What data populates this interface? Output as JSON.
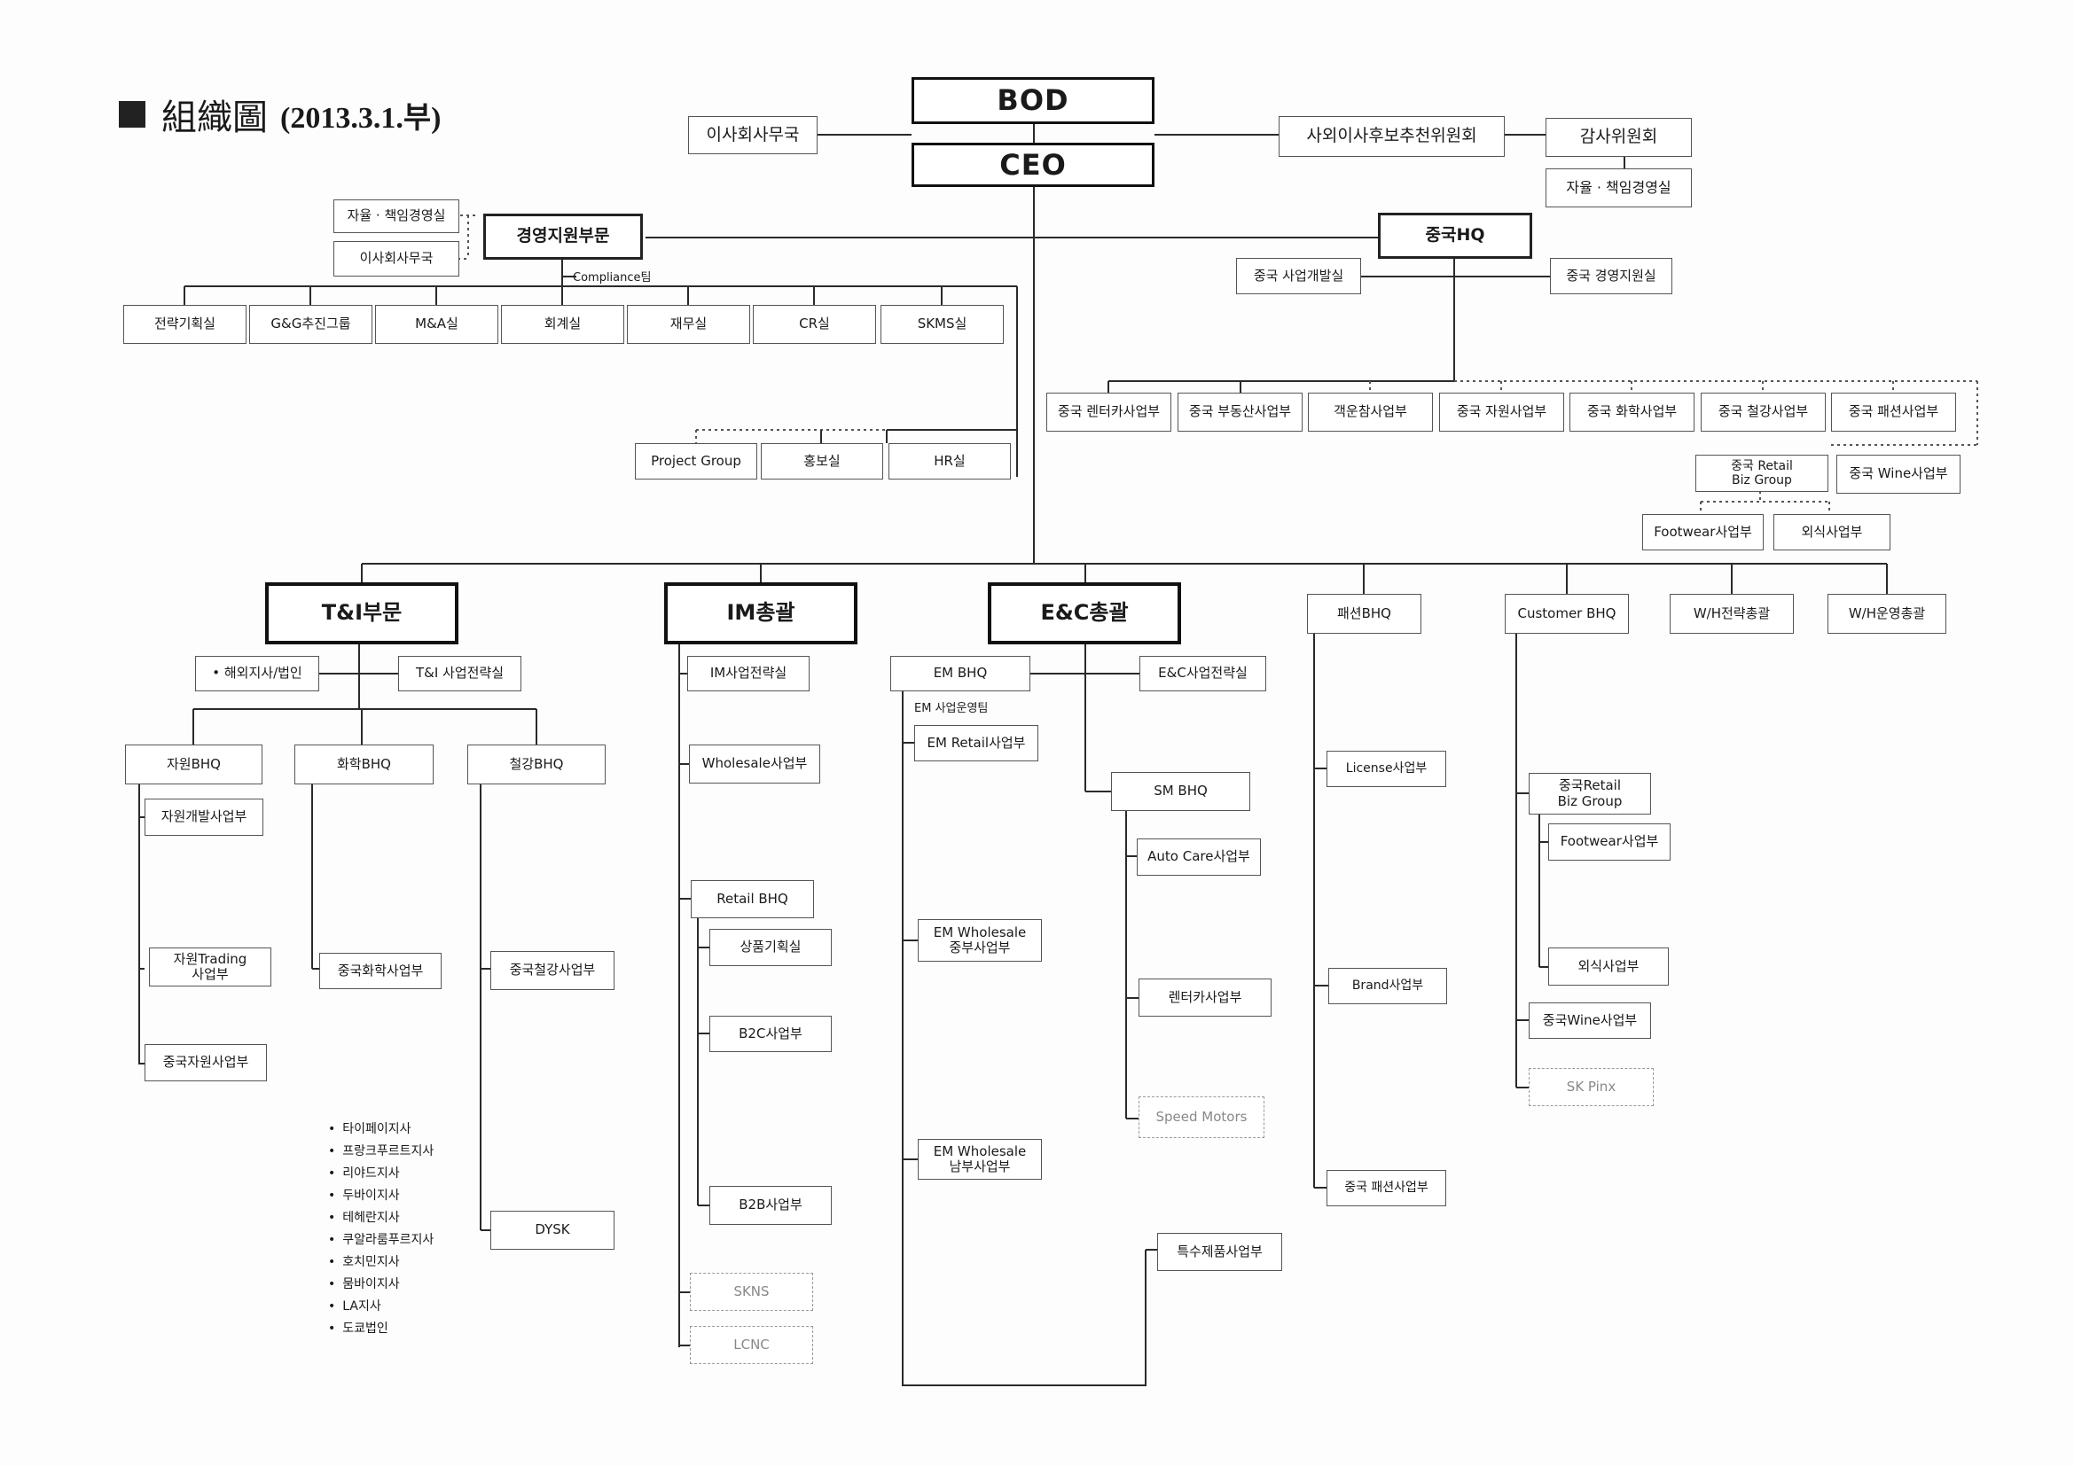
{
  "title": {
    "hanja": "組織圖",
    "date": "(2013.3.1.부)"
  },
  "top": {
    "bod": "BOD",
    "ceo": "CEO",
    "board_secretariat": "이사회사무국",
    "outside_director_committee": "사외이사후보추천위원회",
    "audit_committee": "감사위원회",
    "audit_sub": "자율 · 책임경영실"
  },
  "mgmt_support": {
    "title": "경영지원부문",
    "side1": "자율 · 책임경영실",
    "side2": "이사회사무국",
    "compliance": "Compliance팀",
    "units": [
      "전략기획실",
      "G&G추진그룹",
      "M&A실",
      "회계실",
      "재무실",
      "CR실",
      "SKMS실"
    ],
    "lower": [
      "Project Group",
      "홍보실",
      "HR실"
    ]
  },
  "china_hq": {
    "title": "중국HQ",
    "dev": "중국 사업개발실",
    "mgmt": "중국 경영지원실",
    "units": [
      "중국 렌터카사업부",
      "중국 부동산사업부",
      "객운참사업부",
      "중국 자원사업부",
      "중국 화학사업부",
      "중국 철강사업부",
      "중국 패션사업부"
    ],
    "retail_biz": "중국 Retail\nBiz Group",
    "wine": "중국 Wine사업부",
    "footwear": "Footwear사업부",
    "food": "외식사업부"
  },
  "ti": {
    "title": "T&I부문",
    "overseas": "• 해외지사/법인",
    "strategy": "T&I 사업전략실",
    "resource_bhq": "자원BHQ",
    "chem_bhq": "화학BHQ",
    "steel_bhq": "철강BHQ",
    "resource_dev": "자원개발사업부",
    "resource_trading": "자원Trading\n사업부",
    "china_resource": "중국자원사업부",
    "china_chem": "중국화학사업부",
    "china_steel": "중국철강사업부",
    "dysk": "DYSK",
    "branches": [
      "타이페이지사",
      "프랑크푸르트지사",
      "리야드지사",
      "두바이지사",
      "테헤란지사",
      "쿠알라룸푸르지사",
      "호치민지사",
      "뭄바이지사",
      "LA지사",
      "도쿄법인"
    ]
  },
  "im": {
    "title": "IM총괄",
    "strategy": "IM사업전략실",
    "wholesale": "Wholesale사업부",
    "retail_bhq": "Retail BHQ",
    "merch": "상품기획실",
    "b2c": "B2C사업부",
    "b2b": "B2B사업부",
    "skns": "SKNS",
    "lcnc": "LCNC"
  },
  "ec": {
    "title": "E&C총괄",
    "em_bhq": "EM BHQ",
    "strategy": "E&C사업전략실",
    "em_ops": "EM 사업운영팀",
    "em_retail": "EM Retail사업부",
    "em_wholesale_central": "EM Wholesale\n중부사업부",
    "em_wholesale_south": "EM Wholesale\n남부사업부",
    "sm_bhq": "SM BHQ",
    "auto_care": "Auto Care사업부",
    "rentacar": "렌터카사업부",
    "speed_motors": "Speed Motors",
    "special": "특수제품사업부"
  },
  "fashion": {
    "title": "패션BHQ",
    "license": "License사업부",
    "brand": "Brand사업부",
    "china_fashion": "중국 패션사업부"
  },
  "customer": {
    "title": "Customer BHQ",
    "retail_biz": "중국Retail\nBiz Group",
    "footwear": "Footwear사업부",
    "food": "외식사업부",
    "wine": "중국Wine사업부",
    "sk_pinx": "SK Pinx"
  },
  "wh": {
    "strategy": "W/H전략총괄",
    "ops": "W/H운영총괄"
  }
}
